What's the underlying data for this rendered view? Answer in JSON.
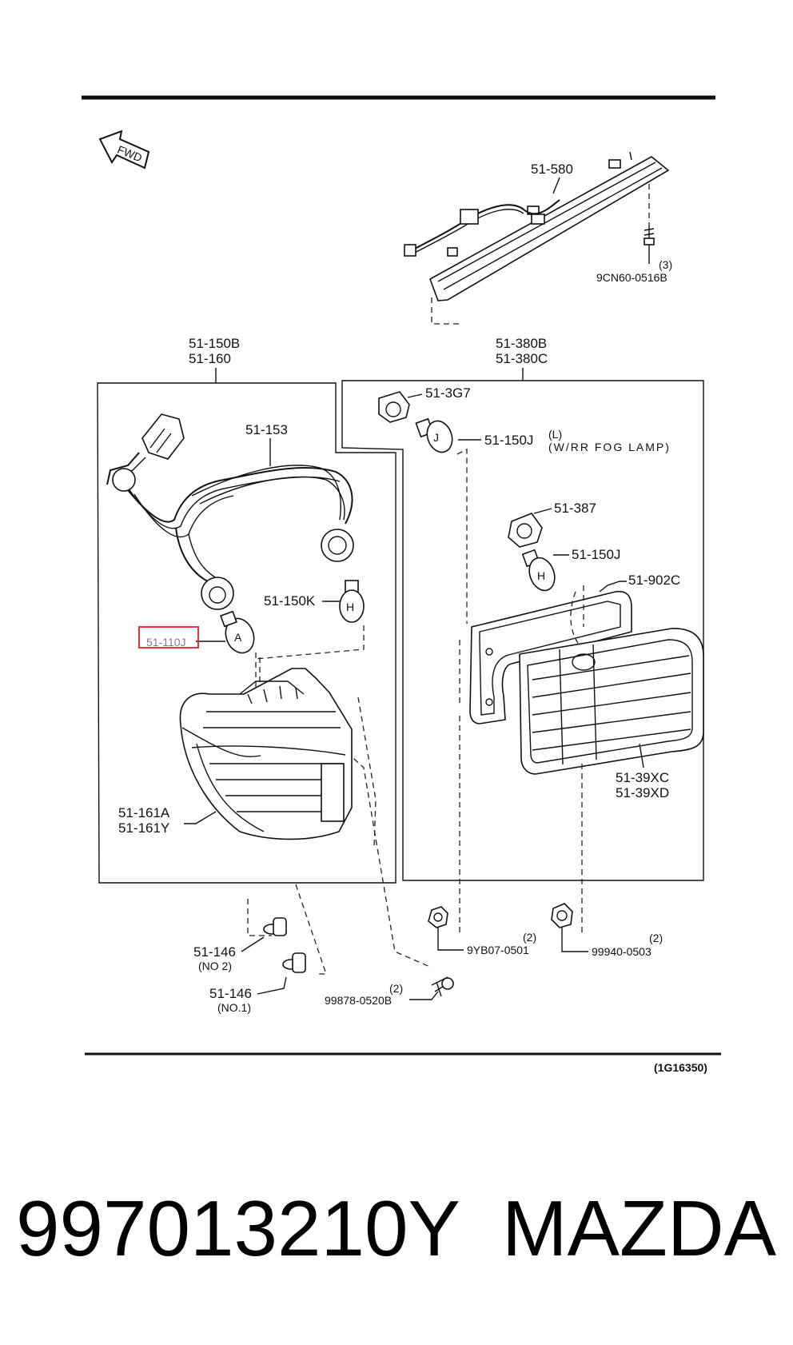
{
  "diagram": {
    "fwd_label": "FWD",
    "ref_code": "(1G16350)",
    "labels": {
      "hmsl": "51-580",
      "hmsl_screw": "9CN60-0516B",
      "hmsl_screw_qty": "(3)",
      "left_assy_1": "51-150B",
      "left_assy_2": "51-160",
      "harness": "51-153",
      "bulb_k": "51-150K",
      "bulb_j_left": "51-110J",
      "lens_a": "51-161A",
      "lens_y": "51-161Y",
      "right_assy_1": "51-380B",
      "right_assy_2": "51-380C",
      "socket_g7": "51-3G7",
      "bulb_fog": "51-150J",
      "fog_note_1": "(L)",
      "fog_note_2": "(W/RR  FOG  LAMP)",
      "socket_387": "51-387",
      "bulb_j_right": "51-150J",
      "gasket": "51-902C",
      "inner_lens_1": "51-39XC",
      "inner_lens_2": "51-39XD",
      "grommet_2": "51-146",
      "grommet_2_note": "(NO 2)",
      "grommet_1": "51-146",
      "grommet_1_note": "(NO.1)",
      "nut_left": "9YB07-0501",
      "nut_left_qty": "(2)",
      "nut_right": "99940-0503",
      "nut_right_qty": "(2)",
      "screw_bottom": "99878-0520B",
      "screw_bottom_qty": "(2)"
    },
    "highlight_color": "#e8323c"
  },
  "caption": {
    "part_number": "997013210Y",
    "brand": "MAZDA"
  }
}
